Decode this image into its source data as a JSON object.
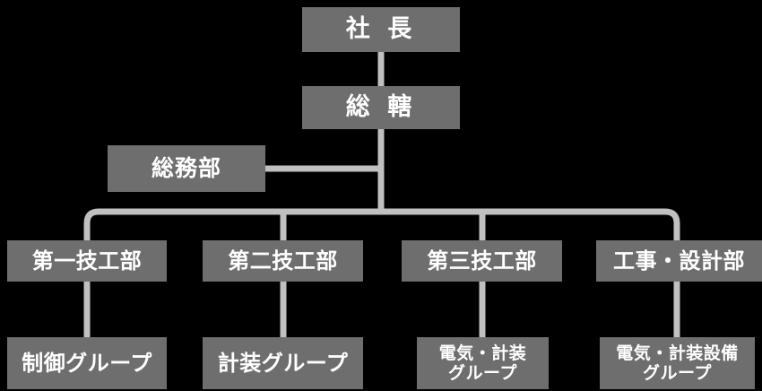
{
  "chart": {
    "type": "org-chart",
    "title": "",
    "background_color": "#000000",
    "box_color": "#6e6e6e",
    "text_color": "#ffffff",
    "connector_color": "#c0c0c0",
    "levels": 4
  },
  "nodes": {
    "president": {
      "label": "社 長",
      "level": 1
    },
    "general_control": {
      "label": "総 轄",
      "level": 2
    },
    "general_affairs": {
      "label": "総務部",
      "level": 3
    },
    "div1": {
      "label": "第一技工部",
      "level": 3
    },
    "div2": {
      "label": "第二技工部",
      "level": 3
    },
    "div3": {
      "label": "第三技工部",
      "level": 3
    },
    "div4": {
      "label": "工事・設計部",
      "level": 3
    },
    "group1": {
      "label": "制御グループ",
      "level": 4
    },
    "group2": {
      "label": "計装グループ",
      "level": 4
    },
    "group3": {
      "label": "電気・計装\nグループ",
      "level": 4
    },
    "group4": {
      "label": "電気・計装設備\nグループ",
      "level": 4
    }
  },
  "edges": [
    {
      "from": "president",
      "to": "general_control"
    },
    {
      "from": "general_control",
      "to": "general_affairs"
    },
    {
      "from": "general_control",
      "to": "div1"
    },
    {
      "from": "general_control",
      "to": "div2"
    },
    {
      "from": "general_control",
      "to": "div3"
    },
    {
      "from": "general_control",
      "to": "div4"
    },
    {
      "from": "div1",
      "to": "group1"
    },
    {
      "from": "div2",
      "to": "group2"
    },
    {
      "from": "div3",
      "to": "group3"
    },
    {
      "from": "div4",
      "to": "group4"
    }
  ]
}
